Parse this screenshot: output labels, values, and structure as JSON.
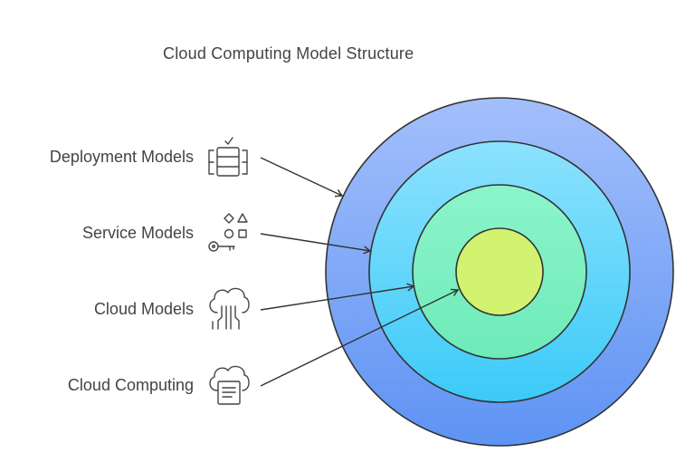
{
  "title": "Cloud Computing Model Structure",
  "layers": [
    {
      "label": "Deployment Models",
      "icon": "server-rack-icon",
      "color": "#7FA6F7"
    },
    {
      "label": "Service Models",
      "icon": "shapes-key-icon",
      "color": "#6FD6FB"
    },
    {
      "label": "Cloud Models",
      "icon": "cloud-network-icon",
      "color": "#7FF0C0"
    },
    {
      "label": "Cloud Computing",
      "icon": "cloud-document-icon",
      "color": "#D2F36F"
    }
  ],
  "colors": {
    "text": "#444444",
    "stroke": "#333333"
  }
}
